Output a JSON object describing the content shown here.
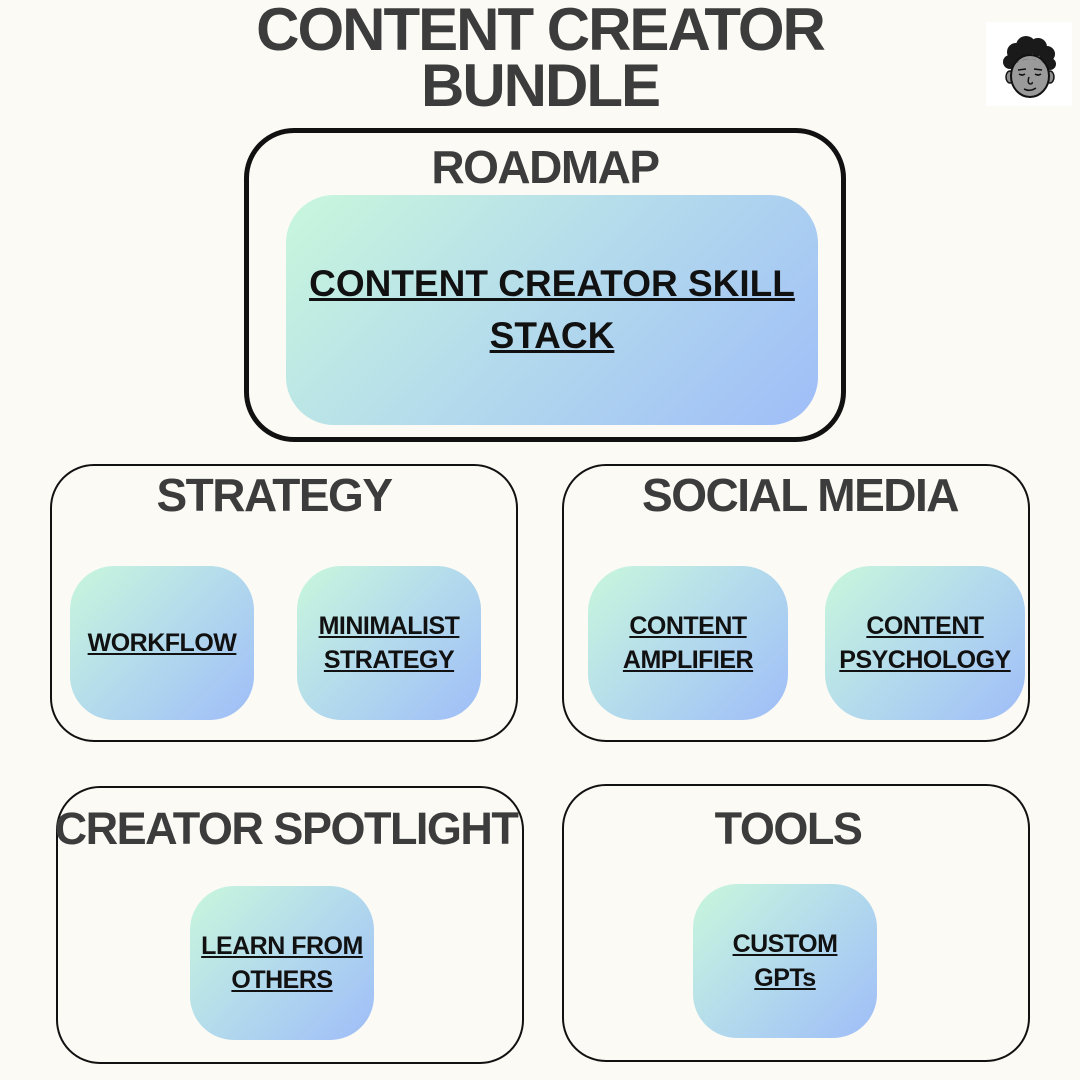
{
  "header": {
    "title_line1": "CONTENT CREATOR",
    "title_line2": "BUNDLE"
  },
  "avatar": {
    "icon": "cartoon-face-avatar-icon"
  },
  "sections": {
    "roadmap": {
      "title": "ROADMAP",
      "tiles": [
        {
          "line1": "CONTENT CREATOR SKILL",
          "line2": "STACK"
        }
      ]
    },
    "strategy": {
      "title": "STRATEGY",
      "tiles": [
        {
          "line1": "WORKFLOW"
        },
        {
          "line1": "MINIMALIST",
          "line2": "STRATEGY"
        }
      ]
    },
    "social_media": {
      "title": "SOCIAL MEDIA",
      "tiles": [
        {
          "line1": "CONTENT",
          "line2": "AMPLIFIER"
        },
        {
          "line1": "CONTENT",
          "line2": "PSYCHOLOGY"
        }
      ]
    },
    "creator_spotlight": {
      "title": "CREATOR SPOTLIGHT",
      "tiles": [
        {
          "line1": "LEARN FROM",
          "line2": "OTHERS"
        }
      ]
    },
    "tools": {
      "title": "TOOLS",
      "tiles": [
        {
          "line1": "CUSTOM",
          "line2": "GPTs"
        }
      ]
    }
  },
  "colors": {
    "background": "#fbfaf5",
    "heading": "#3c3c3c",
    "tile_gradient_start": "#c9f7dc",
    "tile_gradient_end": "#9fbdf8",
    "link_text": "#111111"
  }
}
